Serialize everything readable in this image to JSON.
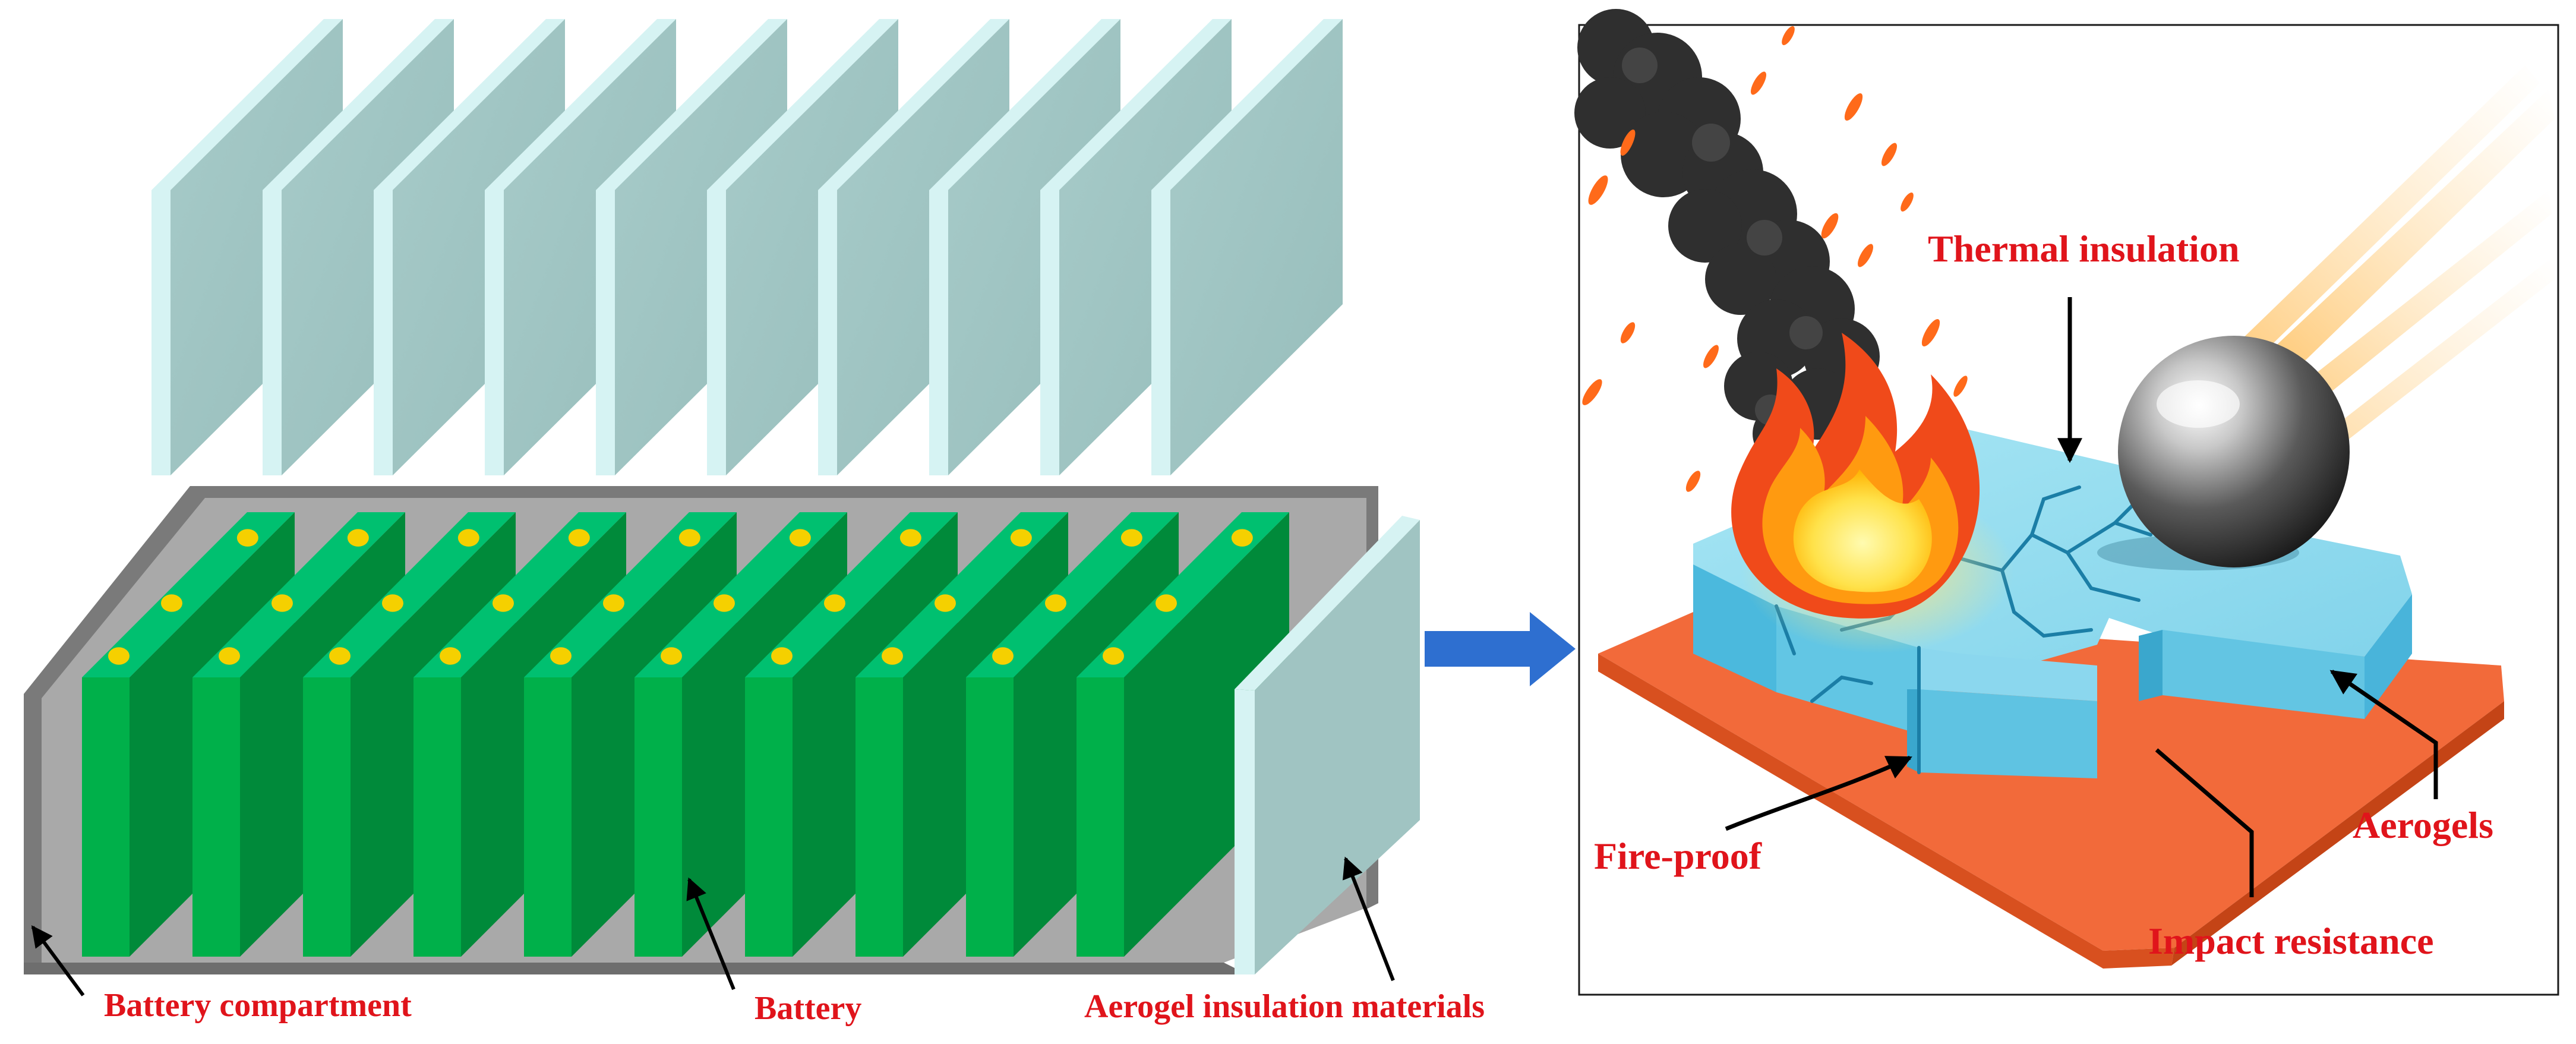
{
  "left_panel": {
    "labels": {
      "battery_compartment": "Battery compartment",
      "battery": "Battery",
      "aerogel_insulation": "Aerogel insulation materials"
    },
    "insulation_sheet_count": 10,
    "battery_cell_count": 10
  },
  "right_panel": {
    "labels": {
      "thermal_insulation": "Thermal insulation",
      "fire_proof": "Fire-proof",
      "impact_resistance": "Impact resistance",
      "aerogels": "Aerogels"
    }
  },
  "colors": {
    "label_red": "#e0141b",
    "insulation_sheet_face": "#a0c4c2",
    "insulation_sheet_edge": "#d6f3f3",
    "battery_front": "#00b04a",
    "battery_side": "#008a3a",
    "battery_top": "#00c070",
    "terminal": "#f5d000",
    "compartment_gray": "#7f7f7f",
    "arrow_blue": "#2e6fd0",
    "aerogel_block": "#7fd0e8",
    "base_plate": "#f06a3a"
  },
  "icons": [
    "right-arrow-icon",
    "fire-icon",
    "smoke-icon",
    "steel-ball-icon"
  ]
}
